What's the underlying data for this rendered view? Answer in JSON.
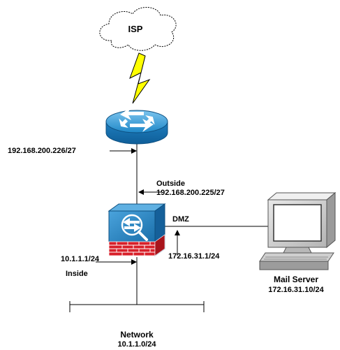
{
  "nodes": {
    "isp": {
      "label": "ISP"
    },
    "mail_server": {
      "name": "Mail Server",
      "ip": "172.16.31.10/24"
    },
    "network": {
      "name": "Network",
      "subnet": "10.1.1.0/24"
    }
  },
  "interfaces": {
    "router_outside": "192.168.200.226/27",
    "firewall_outside_zone": "Outside",
    "firewall_outside_ip": "192.168.200.225/27",
    "dmz_zone": "DMZ",
    "dmz_ip": "172.16.31.1/24",
    "inside_ip": "10.1.1.1/24",
    "inside_zone": "Inside"
  },
  "colors": {
    "router_blue": "#1a7fc0",
    "firewall_blue": "#2a86c4",
    "brick_red": "#d8202a",
    "lightning_yellow": "#ffff00"
  },
  "icons": [
    "cloud-icon",
    "lightning-icon",
    "router-icon",
    "firewall-icon",
    "computer-icon"
  ]
}
